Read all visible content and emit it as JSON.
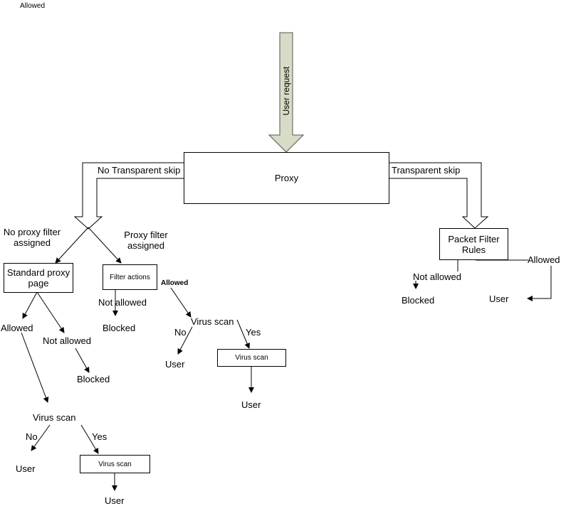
{
  "corner_label": "Allowed",
  "arrow": {
    "label": "User request"
  },
  "proxy": {
    "label": "Proxy",
    "left_branch": "No Transparent skip",
    "right_branch": "Transparent skip"
  },
  "left": {
    "no_filter": "No proxy filter assigned",
    "filter": "Proxy filter assigned",
    "standard_page": "Standard proxy page",
    "std_allowed": "Allowed",
    "std_not_allowed": "Not allowed",
    "std_blocked": "Blocked",
    "std_virus_scan": "Virus scan",
    "std_no": "No",
    "std_yes": "Yes",
    "std_user_no": "User",
    "std_virus_box": "Virus scan",
    "std_user_yes": "User",
    "filter_actions": "Filter actions",
    "fa_not_allowed": "Not allowed",
    "fa_blocked": "Blocked",
    "fa_allowed": "Allowed",
    "fa_virus_scan": "Virus scan",
    "fa_no": "No",
    "fa_yes": "Yes",
    "fa_user_no": "User",
    "fa_virus_box": "Virus scan",
    "fa_user_yes": "User"
  },
  "right": {
    "packet_filter": "Packet Filter Rules",
    "not_allowed": "Not allowed",
    "allowed": "Allowed",
    "blocked": "Blocked",
    "user": "User"
  }
}
